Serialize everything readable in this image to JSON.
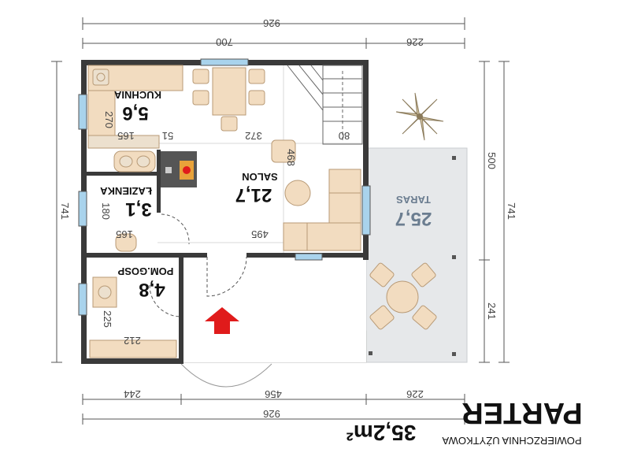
{
  "plan": {
    "title": "PARTER",
    "subtitle": "POWIERZCHNIA UŻYTKOWA",
    "total_area": "35,2m²"
  },
  "rooms": {
    "kitchen": {
      "name": "KUCHNIA",
      "area": "5,6"
    },
    "living": {
      "name": "SALON",
      "area": "21,7"
    },
    "bathroom": {
      "name": "ŁAZIENKA",
      "area": "3,1"
    },
    "utility": {
      "name": "POM.GOSP",
      "area": "4,8"
    },
    "terrace": {
      "name": "TARAS",
      "area": "25,7"
    }
  },
  "dimensions": {
    "top_total": "926",
    "top_left": "700",
    "top_right": "226",
    "bottom_total": "926",
    "bottom_left": "244",
    "bottom_mid": "456",
    "bottom_right": "226",
    "left_height": "741",
    "right_outer": "741",
    "right_upper": "500",
    "right_lower": "241",
    "kitchen_w1": "165",
    "kitchen_w2": "51",
    "kitchen_h": "270",
    "salon_w": "372",
    "stair_w": "80",
    "salon_h": "468",
    "bath_h": "180",
    "bath_w": "165",
    "salon_bottom": "495",
    "utility_h": "225",
    "utility_w": "212"
  },
  "colors": {
    "wall": "#3a3a3a",
    "furniture": "#f2dcc0",
    "furniture_stroke": "#b89a76",
    "terrace": "#e6e8ea",
    "arrow": "#e01b1b",
    "window": "#a9d3ec"
  },
  "icons": [
    "entrance-arrow-icon",
    "plant-icon"
  ]
}
